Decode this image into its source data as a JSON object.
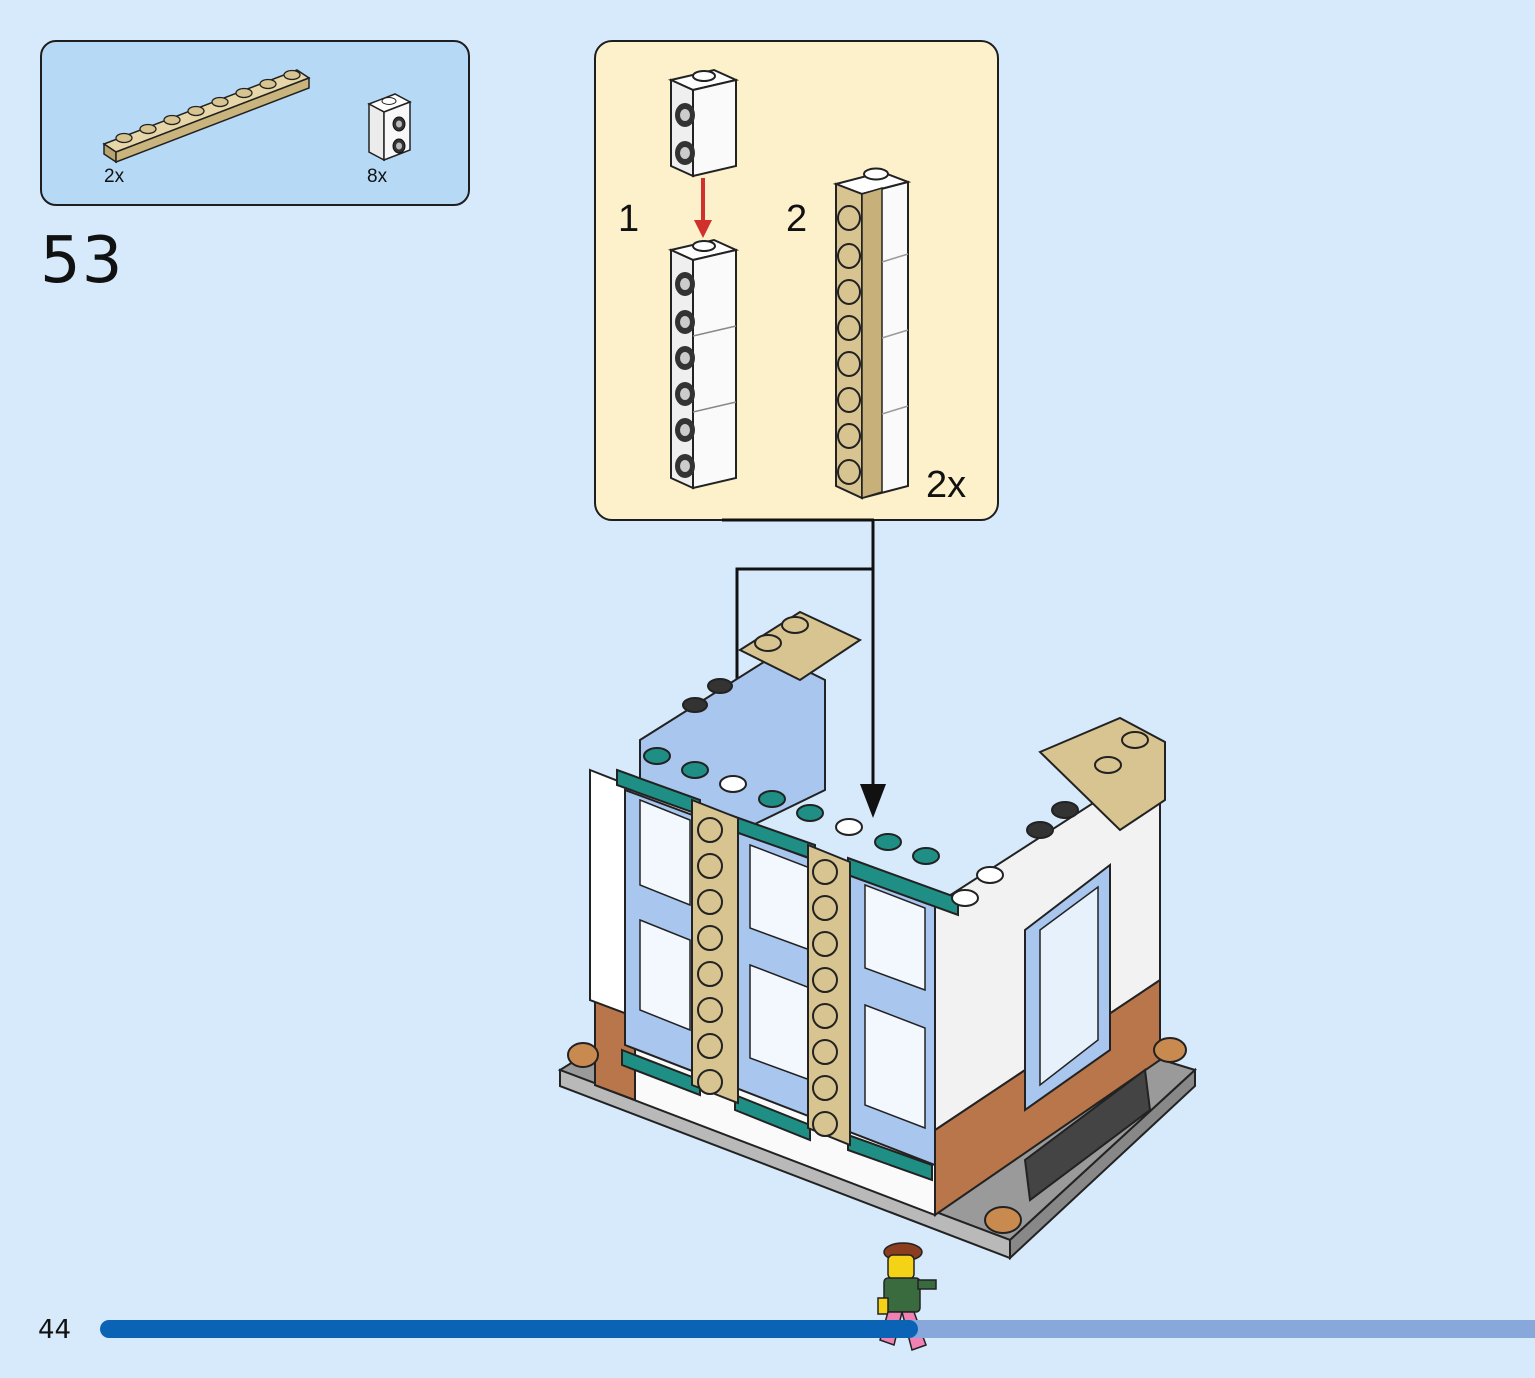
{
  "parts": {
    "items": [
      {
        "icon": "tan-1x8-plate-icon",
        "qty": "2x"
      },
      {
        "icon": "white-1x1-brick-studs-on-side-icon",
        "qty": "8x"
      }
    ]
  },
  "step": {
    "number": "53"
  },
  "subassembly": {
    "substep1": "1",
    "substep2": "2",
    "multiplier": "2x"
  },
  "footer": {
    "page_number": "44",
    "progress": 0.57
  },
  "colors": {
    "background": "#d6eafb",
    "parts_box": "#b6d9f6",
    "sub_box": "#fdf1cb",
    "progress_fill": "#0b63b6",
    "progress_track": "#88a8dc",
    "tan": "#d8c491",
    "teal": "#1f8f86",
    "arrow_red": "#d0312d"
  }
}
